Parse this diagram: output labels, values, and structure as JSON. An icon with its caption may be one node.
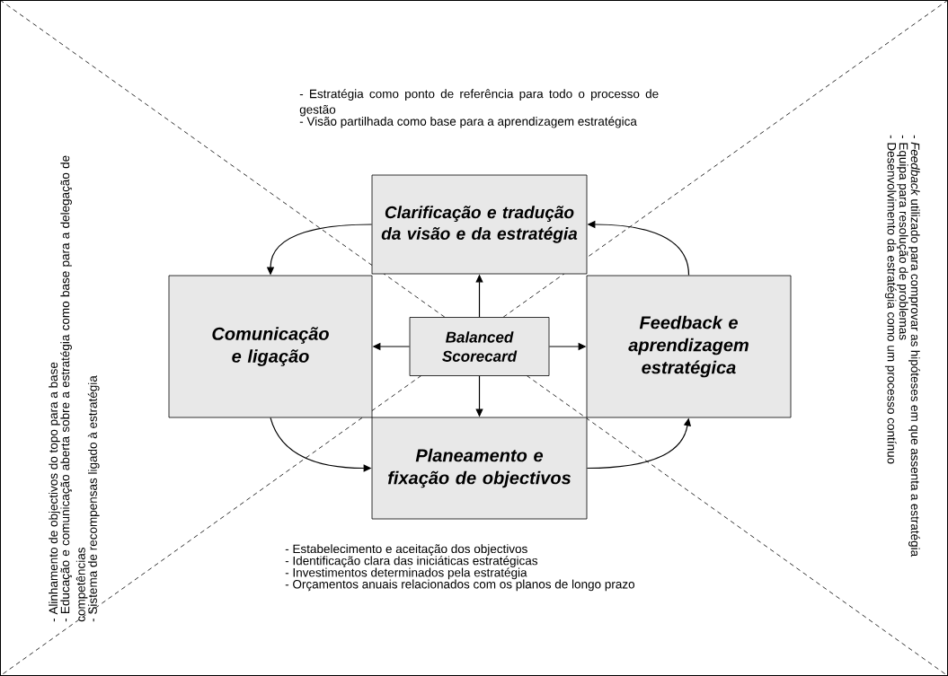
{
  "diagram": {
    "nodes": [
      {
        "text": [
          "Clarificação e tradução da visão e da estratégia"
        ]
      },
      {
        "text": [
          "Comunicação e ligação"
        ]
      },
      {
        "text": [
          "Balanced Scorecard"
        ]
      },
      {
        "text": [
          "Feedback e aprendizagem estratégica"
        ]
      },
      {
        "text": [
          "Planeamento e fixação de objectivos"
        ]
      }
    ],
    "edges": [
      {
        "from": 2,
        "to": 0,
        "arrow": "to"
      },
      {
        "from": 2,
        "to": 1,
        "arrow": "to"
      },
      {
        "from": 2,
        "to": 3,
        "arrow": "to"
      },
      {
        "from": 2,
        "to": 4,
        "arrow": "to"
      },
      {
        "from": 0,
        "to": 1,
        "arrow": "to"
      },
      {
        "from": 3,
        "to": 0,
        "arrow": "to"
      },
      {
        "from": 1,
        "to": 4,
        "arrow": "to"
      },
      {
        "from": 4,
        "to": 3,
        "arrow": "to"
      }
    ],
    "labels": [
      "- Estratégia como ponto de referência para todo o processo de gestão",
      "- Visão partilhada como base para a aprendizagem estratégica",
      "- Alinhamento de objectivos do topo para a base",
      "- Educação e comunicação aberta sobre a estratégia como base para a delegação de competências",
      "- Sistema de recompensas ligado à estratégia",
      "- *Feedback* utilizado para comprovar as hipóteses em que assenta a estratégia",
      "- Equipa para resolução de problemas",
      "- Desenvolvimento da estratégia como um processo contínuo",
      "- Estabelecimento e aceitação dos objectivos",
      "- Identificação clara das iniciáticas estratégicas",
      "- Investimentos determinados pela estratégia",
      "- Orçamentos anuais relacionados com os planos de longo prazo"
    ]
  }
}
